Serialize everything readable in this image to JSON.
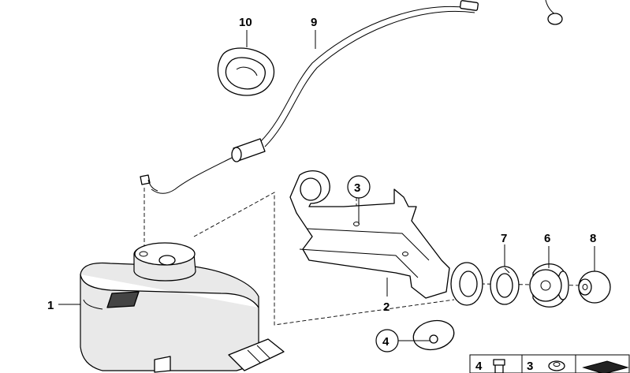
{
  "diagram": {
    "callouts": {
      "c1": "1",
      "c2": "2",
      "c3": "3",
      "c4": "4",
      "c6": "6",
      "c7": "7",
      "c8": "8",
      "c9": "9",
      "c10": "10"
    },
    "legend": {
      "left_label": "4",
      "right_label": "3"
    }
  }
}
